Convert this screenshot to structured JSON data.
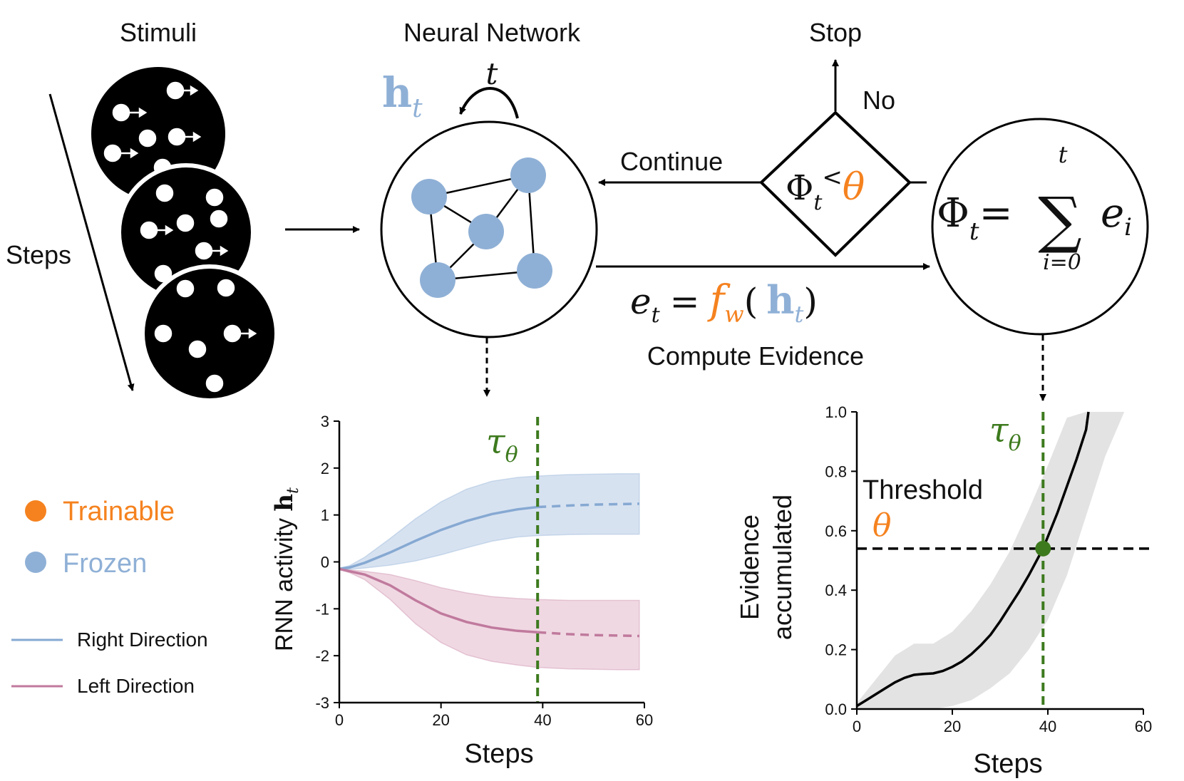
{
  "colors": {
    "trainable": "#f5821f",
    "frozen": "#8fb0d6",
    "right": "#86a9d2",
    "right_band": "#c9d8ec",
    "left": "#c07a9d",
    "left_band": "#ebcbd8",
    "tau": "#3d7a1e",
    "gray_band": "#e3e3e3"
  },
  "stimuli": {
    "title": "Stimuli",
    "steps_label": "Steps"
  },
  "network": {
    "title": "Neural Network",
    "hidden_symbol": "h",
    "hidden_sub": "t",
    "loop_label": "t"
  },
  "decision": {
    "stop_label": "Stop",
    "no_label": "No",
    "continue_label": "Continue",
    "phi": "Φ",
    "phi_sub": "t",
    "less_than": "<",
    "theta": "θ"
  },
  "accumulator": {
    "phi": "Φ",
    "phi_sub": "t",
    "equals": "=",
    "sum": "∑",
    "upper": "t",
    "lower": "i=0",
    "term": "e",
    "term_sub": "i"
  },
  "evidence_formula": {
    "e": "e",
    "e_sub": "t",
    "equals": "=",
    "f": "f",
    "f_sub": "w",
    "open": "(",
    "h": "h",
    "h_sub": "t",
    "close": ")",
    "caption": "Compute Evidence"
  },
  "legend": {
    "trainable": "Trainable",
    "frozen": "Frozen",
    "right_direction": "Right Direction",
    "left_direction": "Left Direction"
  },
  "chart_data": [
    {
      "type": "line",
      "ylabel_text": "RNN activity ",
      "ylabel_symbol": "h",
      "ylabel_sub": "t",
      "xlabel": "Steps",
      "xlim": [
        0,
        60
      ],
      "ylim": [
        -3,
        3
      ],
      "xticks": [
        "0",
        "20",
        "40",
        "60"
      ],
      "yticks": [
        "-3",
        "-2",
        "-1",
        "0",
        "1",
        "2",
        "3"
      ],
      "tau_label": "τ",
      "tau_sub": "θ",
      "tau_x": 39,
      "series": [
        {
          "key": "right",
          "x": [
            0,
            2,
            5,
            10,
            15,
            20,
            25,
            30,
            35,
            39,
            45,
            50,
            55,
            59
          ],
          "y": [
            -0.15,
            -0.12,
            -0.02,
            0.2,
            0.45,
            0.68,
            0.87,
            1.02,
            1.12,
            1.17,
            1.2,
            1.22,
            1.23,
            1.24
          ],
          "upper": [
            -0.13,
            -0.08,
            0.1,
            0.5,
            0.92,
            1.28,
            1.55,
            1.72,
            1.8,
            1.83,
            1.86,
            1.87,
            1.88,
            1.88
          ],
          "lower": [
            -0.17,
            -0.16,
            -0.13,
            -0.07,
            0.02,
            0.15,
            0.3,
            0.44,
            0.53,
            0.56,
            0.58,
            0.59,
            0.59,
            0.59
          ]
        },
        {
          "key": "left",
          "x": [
            0,
            2,
            5,
            10,
            15,
            20,
            25,
            30,
            35,
            39,
            45,
            50,
            55,
            59
          ],
          "y": [
            -0.15,
            -0.2,
            -0.27,
            -0.5,
            -0.82,
            -1.1,
            -1.28,
            -1.4,
            -1.47,
            -1.5,
            -1.54,
            -1.56,
            -1.57,
            -1.58
          ],
          "upper": [
            -0.14,
            -0.17,
            -0.2,
            -0.27,
            -0.4,
            -0.55,
            -0.66,
            -0.74,
            -0.78,
            -0.8,
            -0.82,
            -0.82,
            -0.82,
            -0.82
          ],
          "lower": [
            -0.16,
            -0.23,
            -0.38,
            -0.8,
            -1.32,
            -1.72,
            -1.98,
            -2.12,
            -2.2,
            -2.25,
            -2.28,
            -2.29,
            -2.3,
            -2.3
          ]
        }
      ]
    },
    {
      "type": "line",
      "ylabel_line1": "Evidence",
      "ylabel_line2": "accumulated",
      "xlabel": "Steps",
      "xlim": [
        0,
        60
      ],
      "ylim": [
        0,
        1
      ],
      "xticks": [
        "0",
        "20",
        "40",
        "60"
      ],
      "yticks": [
        "0.0",
        "0.2",
        "0.4",
        "0.6",
        "0.8",
        "1.0"
      ],
      "tau_label": "τ",
      "tau_sub": "θ",
      "tau_x": 39,
      "threshold_label": "Threshold",
      "threshold_symbol": "θ",
      "threshold_y": 0.54,
      "crossing": [
        39,
        0.54
      ],
      "series": [
        {
          "key": "evidence",
          "x": [
            0,
            2,
            4,
            6,
            8,
            10,
            12,
            14,
            16,
            18,
            20,
            22,
            24,
            26,
            28,
            30,
            32,
            34,
            36,
            38,
            39,
            40,
            42,
            44,
            46,
            48,
            48.5
          ],
          "y": [
            0.01,
            0.03,
            0.05,
            0.07,
            0.09,
            0.105,
            0.115,
            0.118,
            0.12,
            0.128,
            0.142,
            0.16,
            0.185,
            0.215,
            0.25,
            0.295,
            0.345,
            0.395,
            0.45,
            0.51,
            0.54,
            0.58,
            0.66,
            0.75,
            0.84,
            0.94,
            1.0
          ],
          "upper_x": [
            0,
            4,
            8,
            12,
            16,
            20,
            24,
            28,
            32,
            36,
            40,
            44,
            48,
            52
          ],
          "upper": [
            0.02,
            0.1,
            0.18,
            0.22,
            0.22,
            0.26,
            0.33,
            0.42,
            0.53,
            0.67,
            0.82,
            0.98,
            1.0,
            1.0
          ],
          "lower_x": [
            0,
            8,
            16,
            20,
            24,
            28,
            32,
            36,
            40,
            44,
            48,
            52,
            56,
            60
          ],
          "lower": [
            0.0,
            0.0,
            0.0,
            0.01,
            0.03,
            0.07,
            0.12,
            0.2,
            0.3,
            0.45,
            0.65,
            0.85,
            1.0,
            1.0
          ]
        }
      ]
    }
  ]
}
